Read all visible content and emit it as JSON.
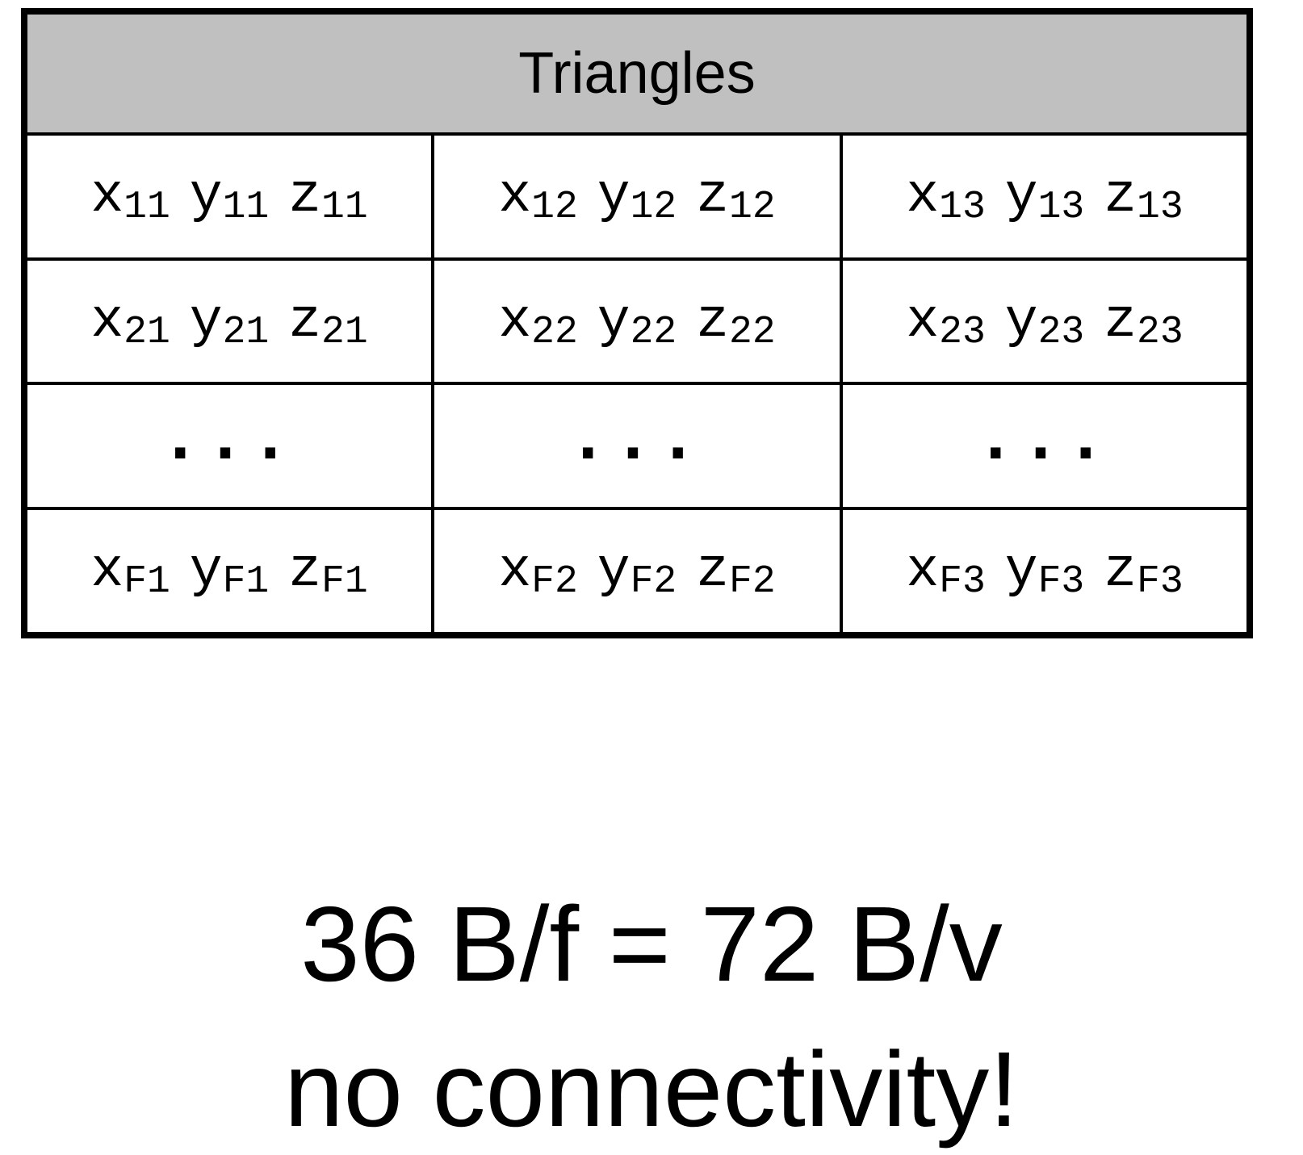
{
  "table": {
    "title": "Triangles",
    "rows": [
      {
        "type": "coords",
        "cells": [
          [
            {
              "v": "x",
              "s": "11"
            },
            {
              "v": "y",
              "s": "11"
            },
            {
              "v": "z",
              "s": "11"
            }
          ],
          [
            {
              "v": "x",
              "s": "12"
            },
            {
              "v": "y",
              "s": "12"
            },
            {
              "v": "z",
              "s": "12"
            }
          ],
          [
            {
              "v": "x",
              "s": "13"
            },
            {
              "v": "y",
              "s": "13"
            },
            {
              "v": "z",
              "s": "13"
            }
          ]
        ]
      },
      {
        "type": "coords",
        "cells": [
          [
            {
              "v": "x",
              "s": "21"
            },
            {
              "v": "y",
              "s": "21"
            },
            {
              "v": "z",
              "s": "21"
            }
          ],
          [
            {
              "v": "x",
              "s": "22"
            },
            {
              "v": "y",
              "s": "22"
            },
            {
              "v": "z",
              "s": "22"
            }
          ],
          [
            {
              "v": "x",
              "s": "23"
            },
            {
              "v": "y",
              "s": "23"
            },
            {
              "v": "z",
              "s": "23"
            }
          ]
        ]
      },
      {
        "type": "ellipsis",
        "cells": [
          "...",
          "...",
          "..."
        ]
      },
      {
        "type": "coords",
        "cells": [
          [
            {
              "v": "x",
              "s": "F1"
            },
            {
              "v": "y",
              "s": "F1"
            },
            {
              "v": "z",
              "s": "F1"
            }
          ],
          [
            {
              "v": "x",
              "s": "F2"
            },
            {
              "v": "y",
              "s": "F2"
            },
            {
              "v": "z",
              "s": "F2"
            }
          ],
          [
            {
              "v": "x",
              "s": "F3"
            },
            {
              "v": "y",
              "s": "F3"
            },
            {
              "v": "z",
              "s": "F3"
            }
          ]
        ]
      }
    ]
  },
  "caption": {
    "line1": "36 B/f = 72 B/v",
    "line2": "no connectivity!"
  }
}
